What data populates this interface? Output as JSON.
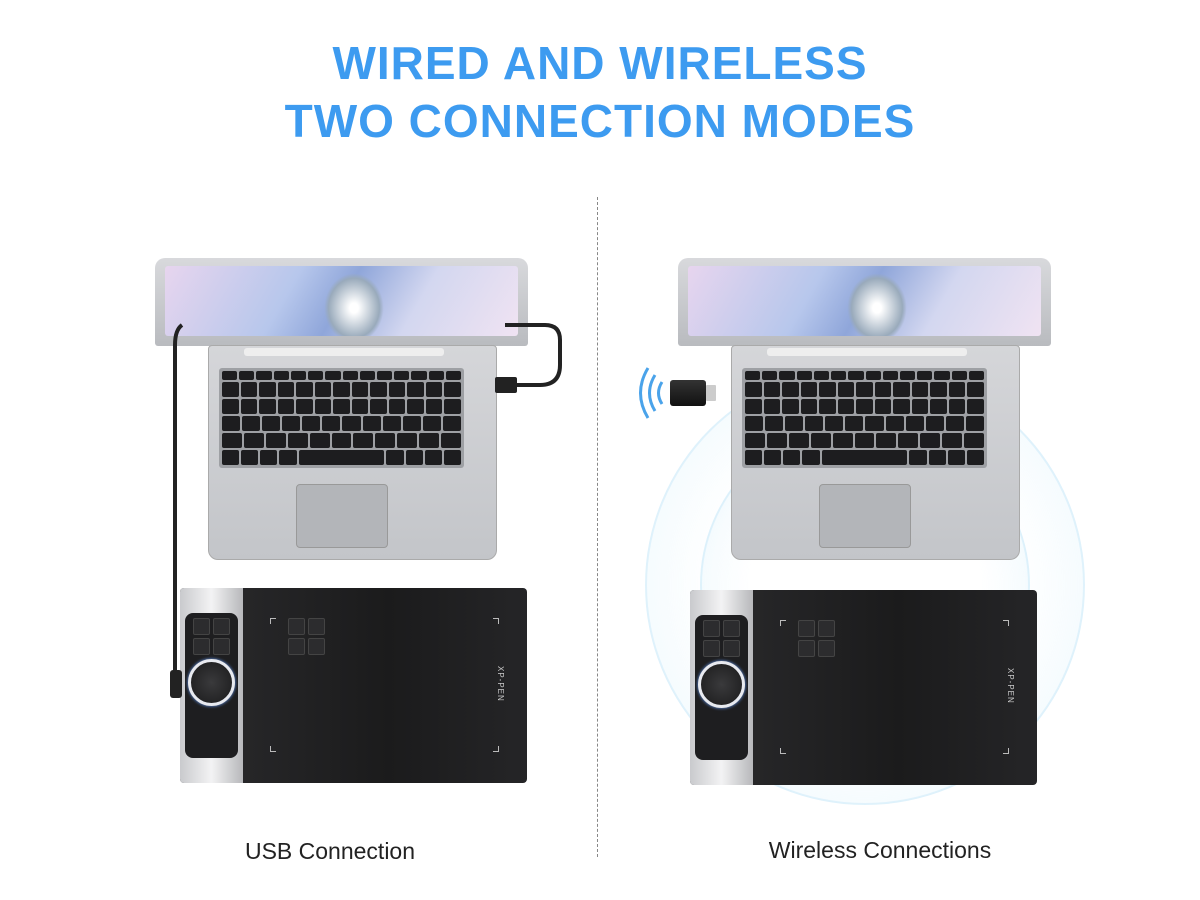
{
  "headline": {
    "line1": "WIRED AND WIRELESS",
    "line2": "TWO CONNECTION MODES"
  },
  "panels": [
    {
      "caption": "USB Connection",
      "mode": "wired"
    },
    {
      "caption": "Wireless Connections",
      "mode": "wireless"
    }
  ],
  "tablet_logo": "XP-PEN",
  "colors": {
    "accent": "#3d9bf0",
    "tablet": "#1b1b1c",
    "wave": "#bfe6f8"
  }
}
